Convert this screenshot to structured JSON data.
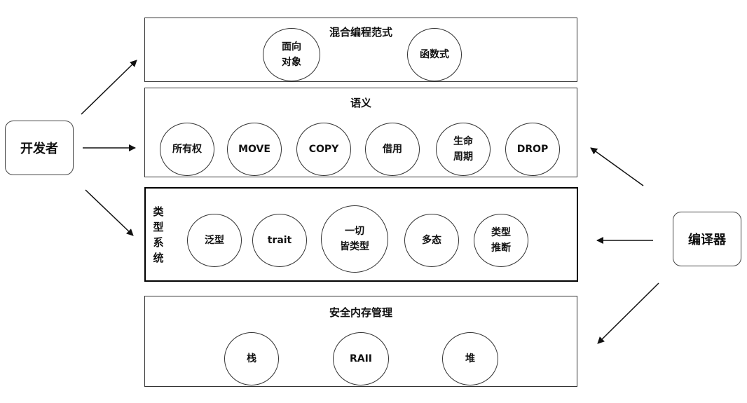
{
  "actors": {
    "developer": "开发者",
    "compiler": "编译器"
  },
  "layers": {
    "paradigm": {
      "title": "混合编程范式",
      "items": [
        "面向\n对象",
        "函数式"
      ]
    },
    "semantics": {
      "title": "语义",
      "items": [
        "所有权",
        "MOVE",
        "COPY",
        "借用",
        "生命\n周期",
        "DROP"
      ]
    },
    "type_system": {
      "title": "类型系统",
      "items": [
        "泛型",
        "trait",
        "一切\n皆类型",
        "多态",
        "类型\n推断"
      ]
    },
    "memory": {
      "title": "安全内存管理",
      "items": [
        "栈",
        "RAII",
        "堆"
      ]
    }
  }
}
